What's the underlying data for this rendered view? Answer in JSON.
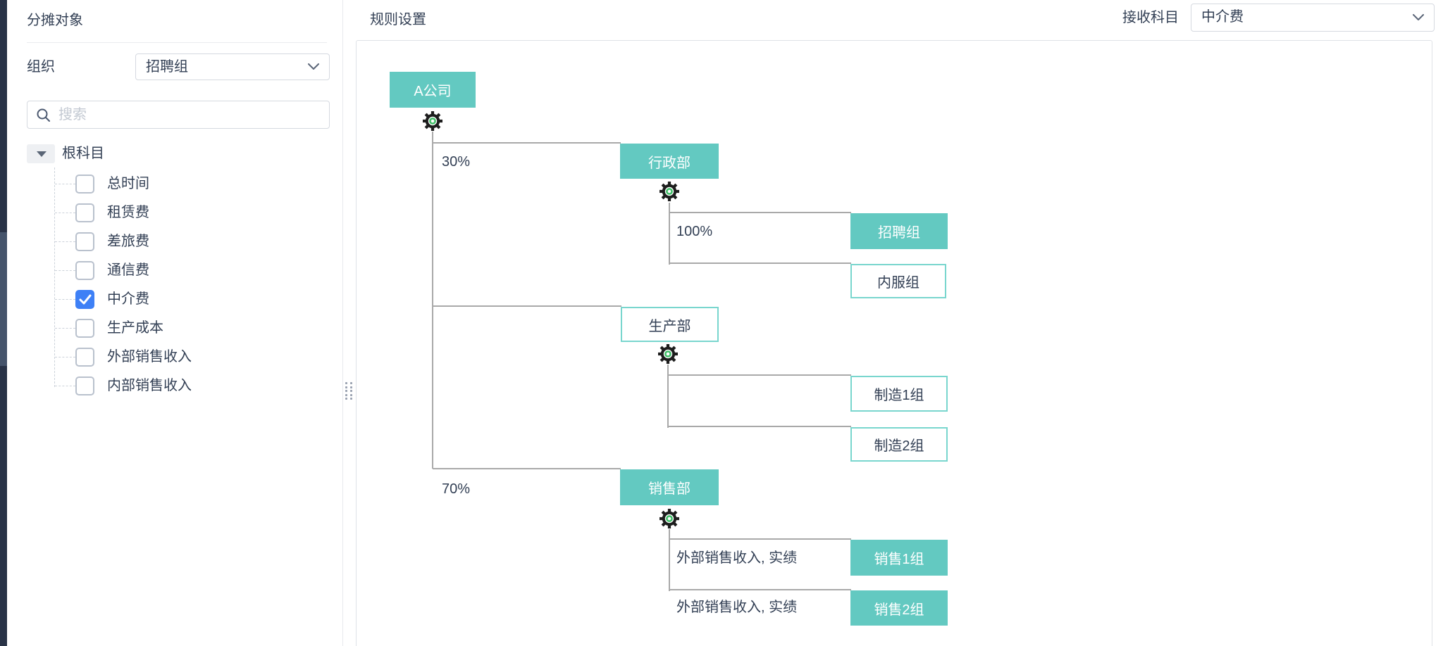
{
  "sidebar": {
    "title": "分摊对象",
    "org_label": "组织",
    "org_value": "招聘组",
    "search_placeholder": "搜索",
    "tree": {
      "root": "根科目",
      "items": [
        {
          "label": "总时间",
          "checked": false
        },
        {
          "label": "租赁费",
          "checked": false
        },
        {
          "label": "差旅费",
          "checked": false
        },
        {
          "label": "通信费",
          "checked": false
        },
        {
          "label": "中介费",
          "checked": true
        },
        {
          "label": "生产成本",
          "checked": false
        },
        {
          "label": "外部销售收入",
          "checked": false
        },
        {
          "label": "内部销售收入",
          "checked": false
        }
      ]
    }
  },
  "main": {
    "title": "规则设置",
    "receive_label": "接收科目",
    "receive_value": "中介费",
    "diagram": {
      "root_label": "A公司",
      "branches": {
        "admin": {
          "label": "行政部",
          "ratio": "30%"
        },
        "recruit": {
          "label": "招聘组",
          "ratio": "100%"
        },
        "internal_service": {
          "label": "内服组"
        },
        "production": {
          "label": "生产部"
        },
        "manufacturing1": {
          "label": "制造1组"
        },
        "manufacturing2": {
          "label": "制造2组"
        },
        "sales": {
          "label": "销售部",
          "ratio": "70%"
        },
        "sales1": {
          "label": "销售1组",
          "rule": "外部销售收入, 实绩"
        },
        "sales2": {
          "label": "销售2组",
          "rule": "外部销售收入, 实绩"
        }
      }
    }
  },
  "colors": {
    "node_teal": "#63c9c1",
    "node_teal_outline": "#79d6ce",
    "checkbox_blue": "#3e80f6",
    "gear_green": "#43c06a",
    "connector_gray": "#a9a9a9"
  }
}
